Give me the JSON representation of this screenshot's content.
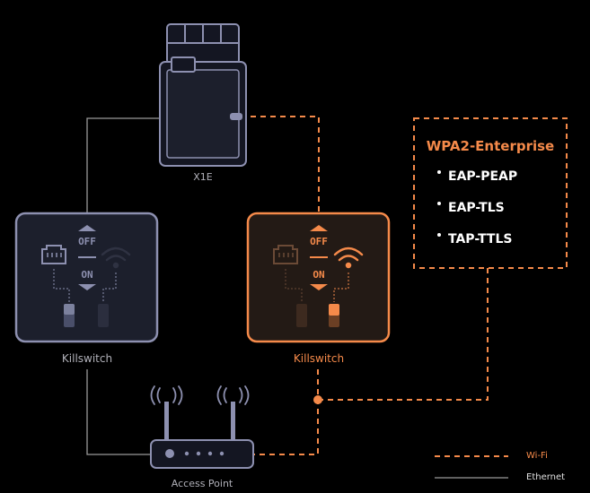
{
  "colors": {
    "background": "#000000",
    "wifi": "#f58a4a",
    "ethernet": "#9a9a9a",
    "device_outline": "#8d90b0",
    "inactive_panel": "#1c1f2c",
    "active_panel": "#231a15"
  },
  "labels": {
    "x1e": "X1E",
    "killswitch_left": "Killswitch",
    "killswitch_right": "Killswitch",
    "access_point": "Access Point"
  },
  "killswitch_left": {
    "off": "OFF",
    "on": "ON",
    "wifi_active": false
  },
  "killswitch_right": {
    "off": "OFF",
    "on": "ON",
    "wifi_active": true
  },
  "wpa": {
    "title": "WPA2-Enterprise",
    "methods": [
      "EAP-PEAP",
      "EAP-TLS",
      "TAP-TTLS"
    ]
  },
  "legend": [
    {
      "name": "Wi-Fi",
      "style": "dashed",
      "color": "#f58a4a"
    },
    {
      "name": "Ethernet",
      "style": "solid",
      "color": "#9a9a9a"
    }
  ],
  "icons": [
    "tablet-device-icon",
    "ethernet-port-icon",
    "wifi-icon",
    "toggle-switch-icon",
    "router-icon",
    "antenna-icon"
  ]
}
